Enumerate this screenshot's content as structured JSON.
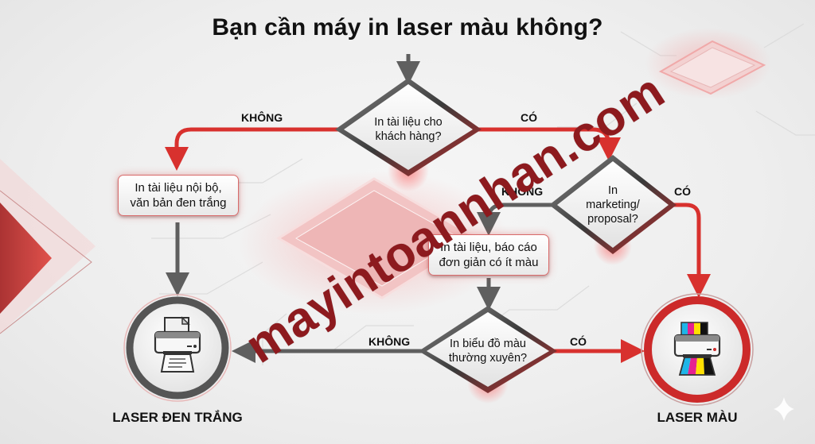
{
  "title": "Bạn cần máy in laser màu không?",
  "nodes": {
    "decision_1": {
      "line1": "In tài liệu cho",
      "line2": "khách hàng?"
    },
    "decision_2": {
      "line1": "In",
      "line2": "marketing/",
      "line3": "proposal?"
    },
    "decision_3": {
      "line1": "In biểu đồ màu",
      "line2": "thường xuyên?"
    },
    "box_internal": {
      "line1": "In tài liệu nội bộ,",
      "line2": "văn bản đen trắng"
    },
    "box_simple": {
      "line1": "In tài liệu, báo cáo",
      "line2": "đơn giản có ít màu"
    }
  },
  "edges": {
    "d1_no": "KHÔNG",
    "d1_yes": "CÓ",
    "d2_no": "KHÔNG",
    "d2_yes": "CÓ",
    "d3_no": "KHÔNG",
    "d3_yes": "CÓ"
  },
  "outcomes": {
    "mono": {
      "label": "LASER ĐEN TRẮNG",
      "icon": "printer-mono-icon"
    },
    "color": {
      "label": "LASER MÀU",
      "icon": "printer-color-icon"
    }
  },
  "watermark": "mayintoannhan.com",
  "colors": {
    "accent_red": "#d8312e",
    "flow_gray": "#5f5f5f",
    "watermark": "#8d1a1e",
    "cmyk": [
      "#1fb5e8",
      "#e6218f",
      "#ffe000",
      "#111111"
    ]
  }
}
